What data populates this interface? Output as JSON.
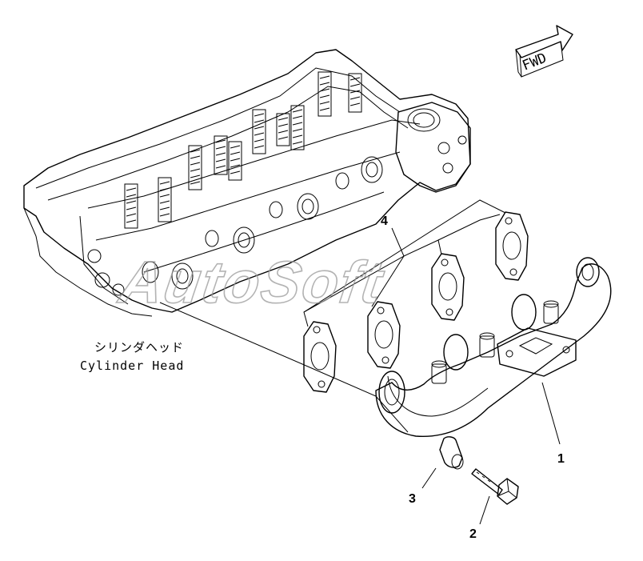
{
  "diagram": {
    "label_jp": "シリンダヘッド",
    "label_en": "Cylinder Head",
    "fwd_label": "FWD",
    "watermark": "AutoSoft",
    "callouts": [
      {
        "id": "1",
        "text": "1"
      },
      {
        "id": "2",
        "text": "2"
      },
      {
        "id": "3",
        "text": "3"
      },
      {
        "id": "4",
        "text": "4"
      }
    ]
  }
}
